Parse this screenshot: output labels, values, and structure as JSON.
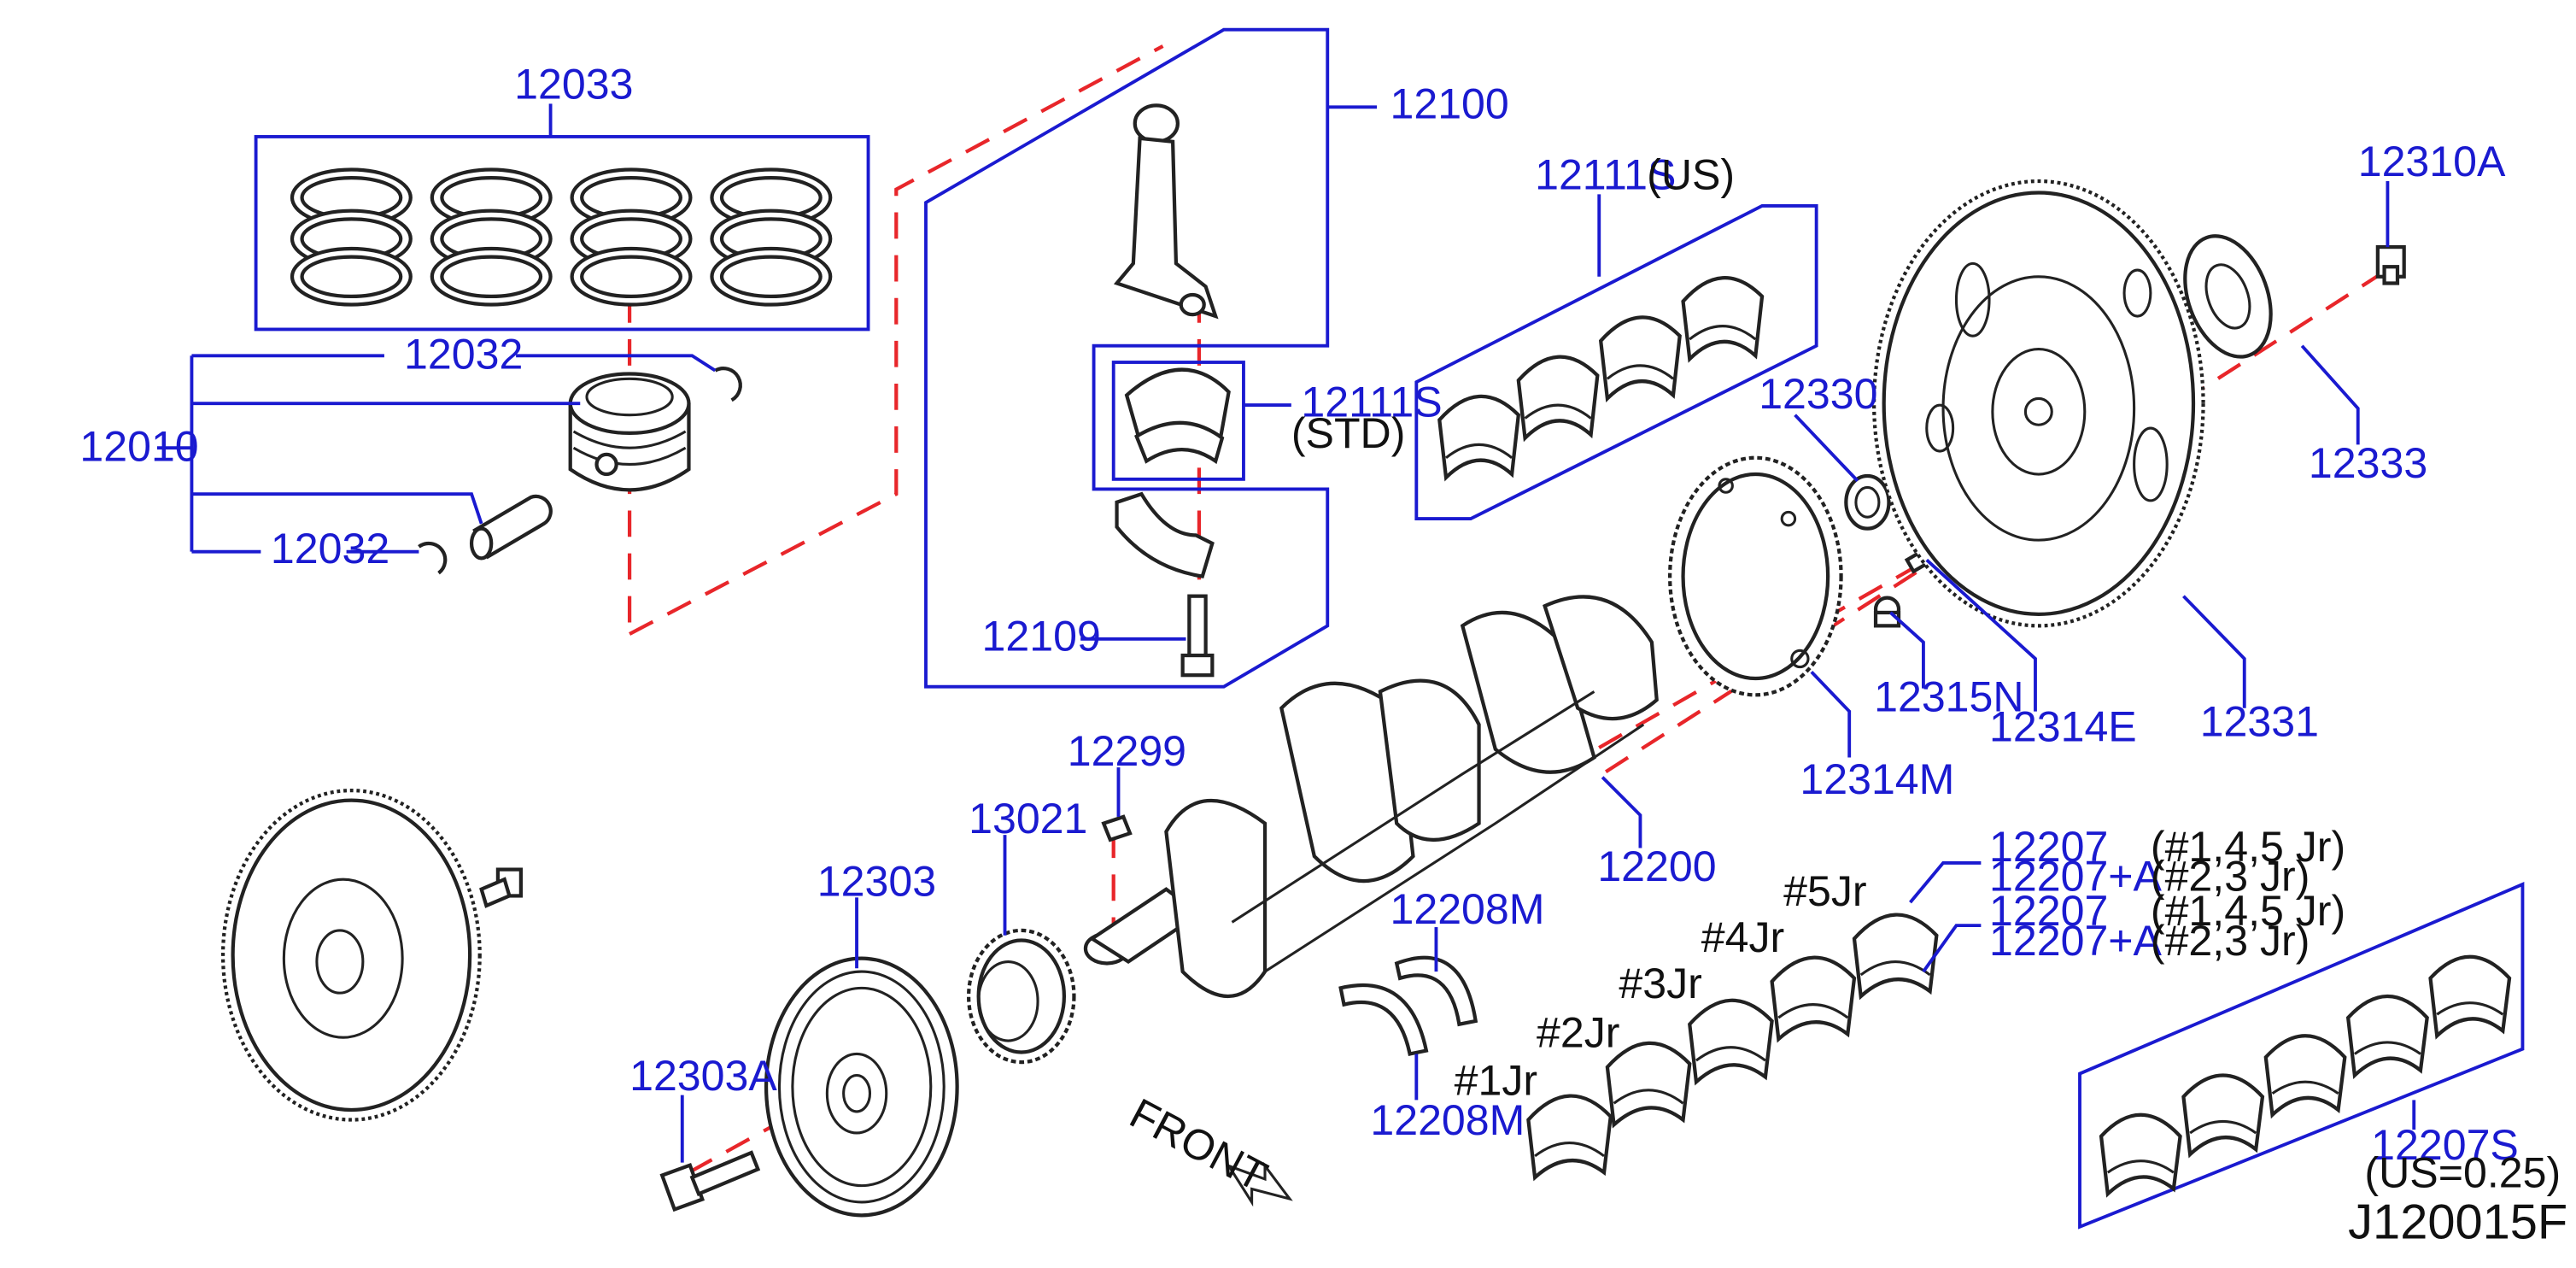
{
  "diagram": {
    "id_code": "J120015F",
    "front_label": "FRONT",
    "parts": {
      "p12033": "12033",
      "p12032a": "12032",
      "p12032b": "12032",
      "p12010": "12010",
      "p12100": "12100",
      "p12111S_us": "12111S",
      "p12111S_std": "12111S",
      "p12109": "12109",
      "p12310A": "12310A",
      "p12333": "12333",
      "p12330": "12330",
      "p12315N": "12315N",
      "p12314E": "12314E",
      "p12314M": "12314M",
      "p12331": "12331",
      "p12200": "12200",
      "p12299": "12299",
      "p13021": "13021",
      "p12303": "12303",
      "p12303A": "12303A",
      "p12208M_a": "12208M",
      "p12208M_b": "12208M",
      "p12207_a": "12207",
      "p12207A_a": "12207+A",
      "p12207_b": "12207",
      "p12207A_b": "12207+A",
      "p12207S": "12207S"
    },
    "notes": {
      "us": "(US)",
      "std": "(STD)",
      "jr145_a": "(#1,4,5   Jr)",
      "jr23_a": "(#2,3   Jr)",
      "jr145_b": "(#1,4,5   Jr)",
      "jr23_b": "(#2,3   Jr)",
      "j1": "#1Jr",
      "j2": "#2Jr",
      "j3": "#3Jr",
      "j4": "#4Jr",
      "j5": "#5Jr",
      "us025": "(US=0.25)"
    }
  }
}
